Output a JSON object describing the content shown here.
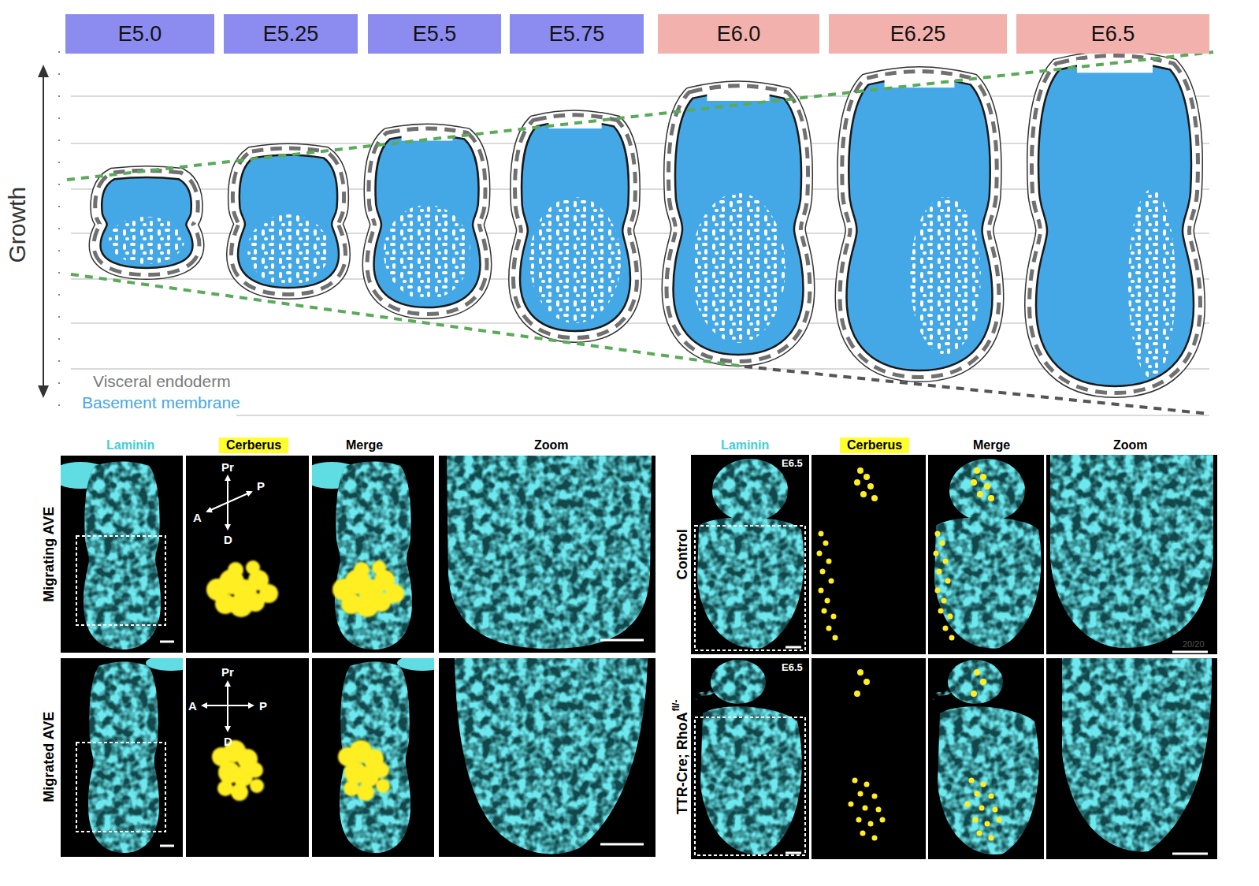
{
  "diagram": {
    "nodes": [
      {
        "text": [
          "E5.0"
        ]
      },
      {
        "text": [
          "E5.25"
        ]
      },
      {
        "text": [
          "E5.5"
        ]
      },
      {
        "text": [
          "E5.75"
        ]
      },
      {
        "text": [
          "E6.0"
        ]
      },
      {
        "text": [
          "E6.25"
        ]
      },
      {
        "text": [
          "E6.5"
        ]
      },
      {
        "text": [
          "Cerberus"
        ]
      },
      {
        "text": [
          "Cerberus"
        ]
      }
    ],
    "labels": [
      "Growth",
      "Visceral endoderm",
      "Basement membrane",
      "Laminin",
      "Merge",
      "Zoom",
      "Migrating AVE",
      "Pr",
      "A",
      "P",
      "D",
      "Migrated AVE",
      "Pr",
      "A",
      "P",
      "D",
      "Laminin",
      "Merge",
      "Zoom",
      "Control",
      "E6.5",
      "20/20",
      "TTR-Cre; RhoA",
      "fl/-",
      "E6.5"
    ]
  }
}
